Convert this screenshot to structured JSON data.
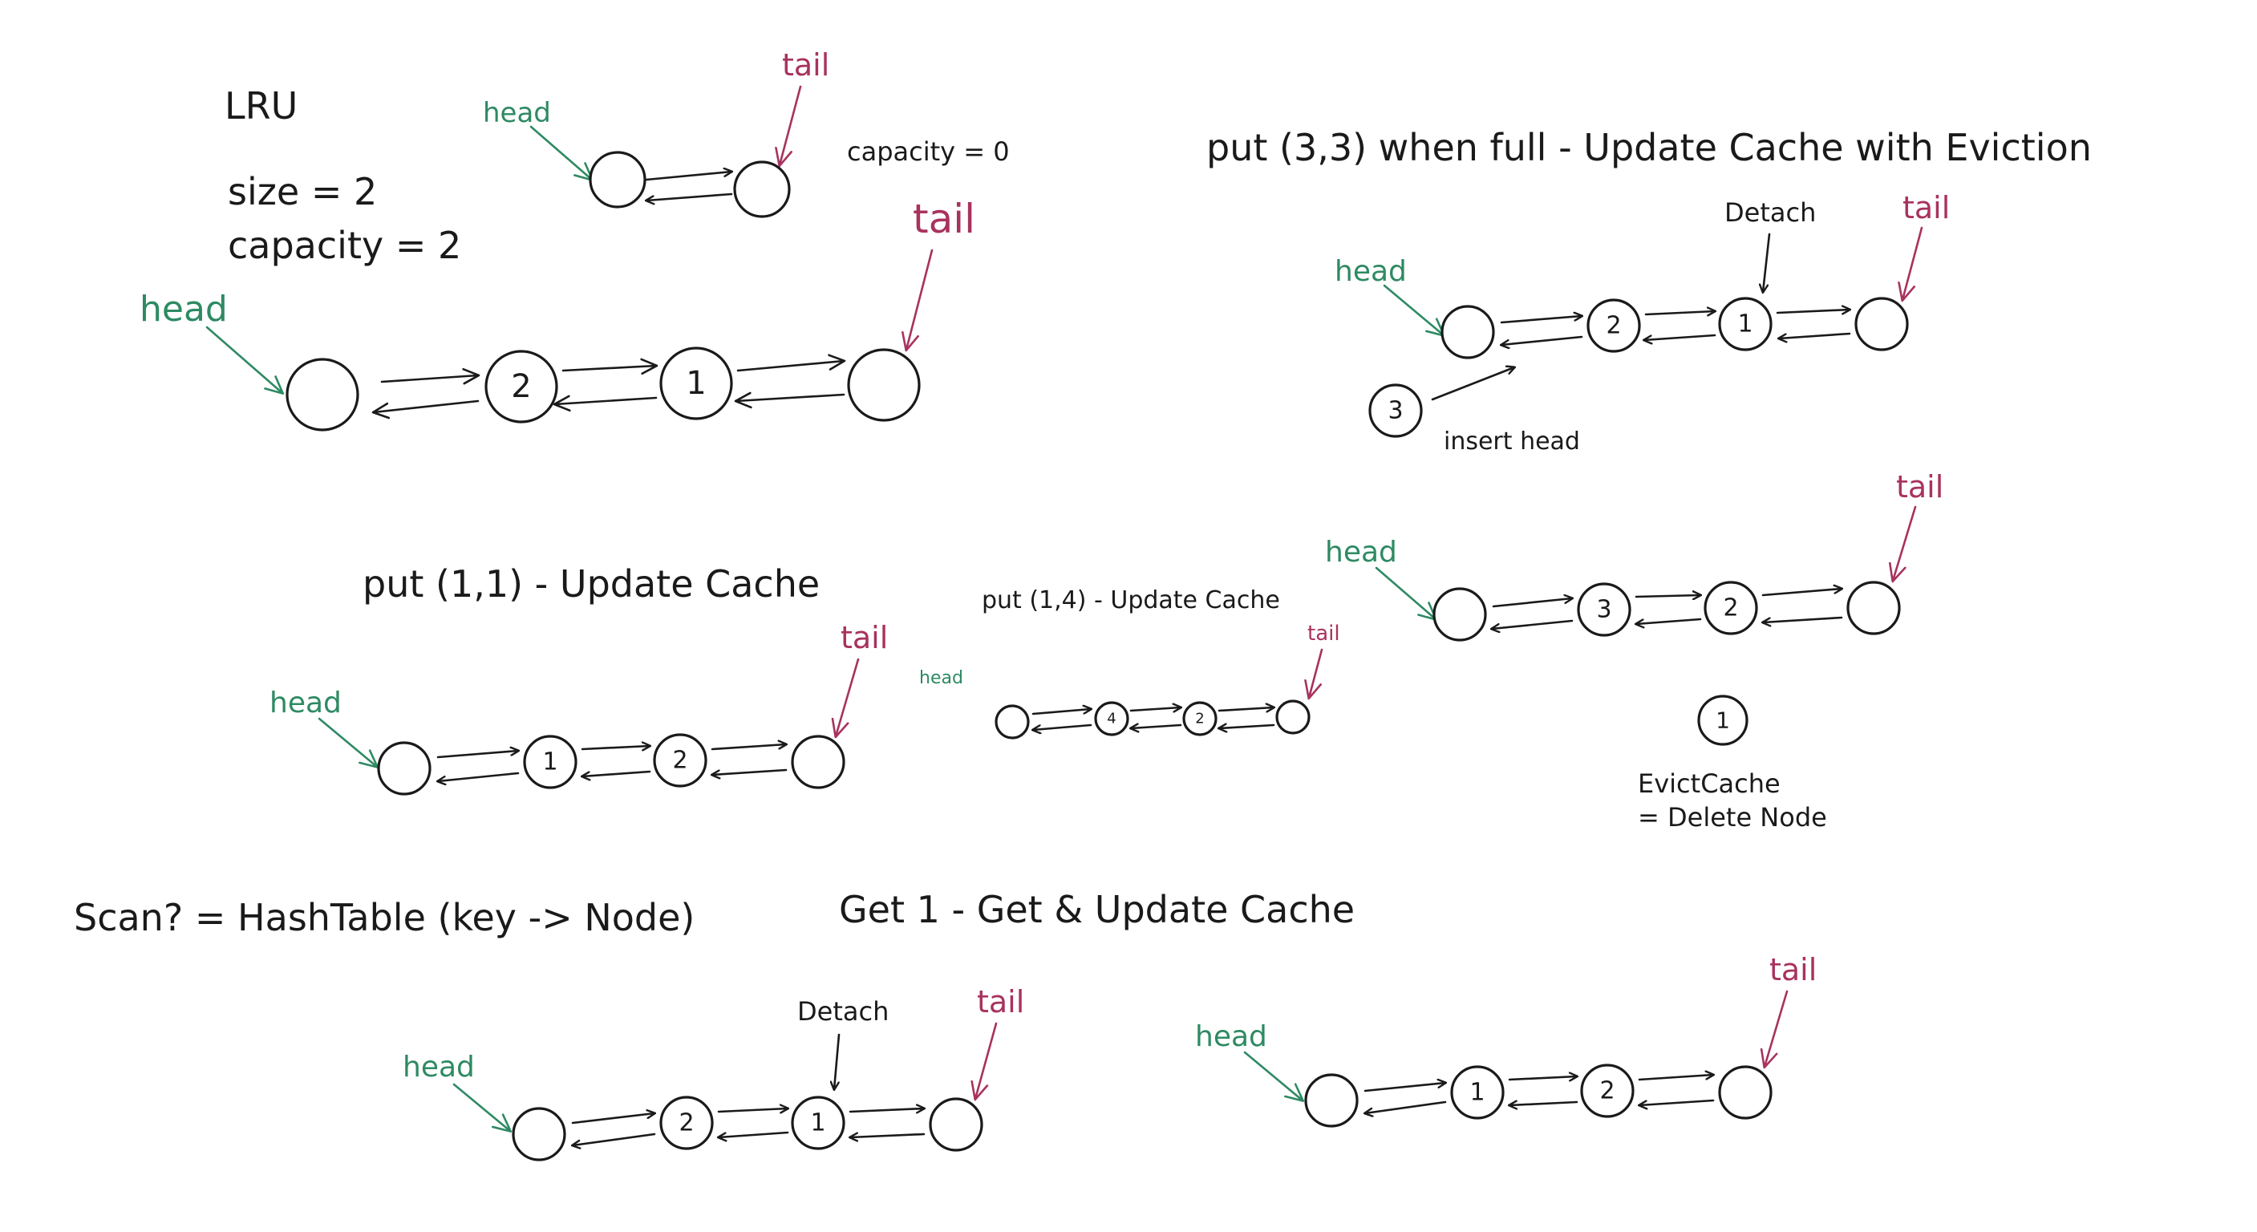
{
  "labels": {
    "lru_title": "LRU",
    "size": "size = 2",
    "capacity": "capacity = 2",
    "capacity_zero": "capacity = 0",
    "put_33_title": "put (3,3) when full - Update Cache with Eviction",
    "put_11_title": "put (1,1) - Update Cache",
    "put_14_title": "put (1,4) - Update Cache",
    "scan_note": "Scan? = HashTable (key -> Node)",
    "get_1_title": "Get 1 - Get & Update Cache",
    "evict_line1": "EvictCache",
    "evict_line2": "= Delete Node",
    "insert_head": "insert head",
    "detach": "Detach",
    "head": "head",
    "tail": "tail"
  },
  "colors": {
    "head": "#2e8a63",
    "tail": "#a8325e",
    "ink": "#1a1a1a",
    "background": "#ffffff"
  },
  "lists": {
    "empty_cap0": {
      "keys": []
    },
    "initial": {
      "keys": [
        "2",
        "1"
      ]
    },
    "put_11": {
      "keys": [
        "1",
        "2"
      ]
    },
    "put_14": {
      "keys": [
        "4",
        "2"
      ]
    },
    "put_33_before": {
      "keys": [
        "2",
        "1"
      ],
      "detached": "1",
      "inserting": "3"
    },
    "put_33_after": {
      "keys": [
        "3",
        "2"
      ],
      "evicted": "1"
    },
    "get_1_before": {
      "keys": [
        "2",
        "1"
      ],
      "detached": "1"
    },
    "get_1_after": {
      "keys": [
        "1",
        "2"
      ]
    }
  }
}
